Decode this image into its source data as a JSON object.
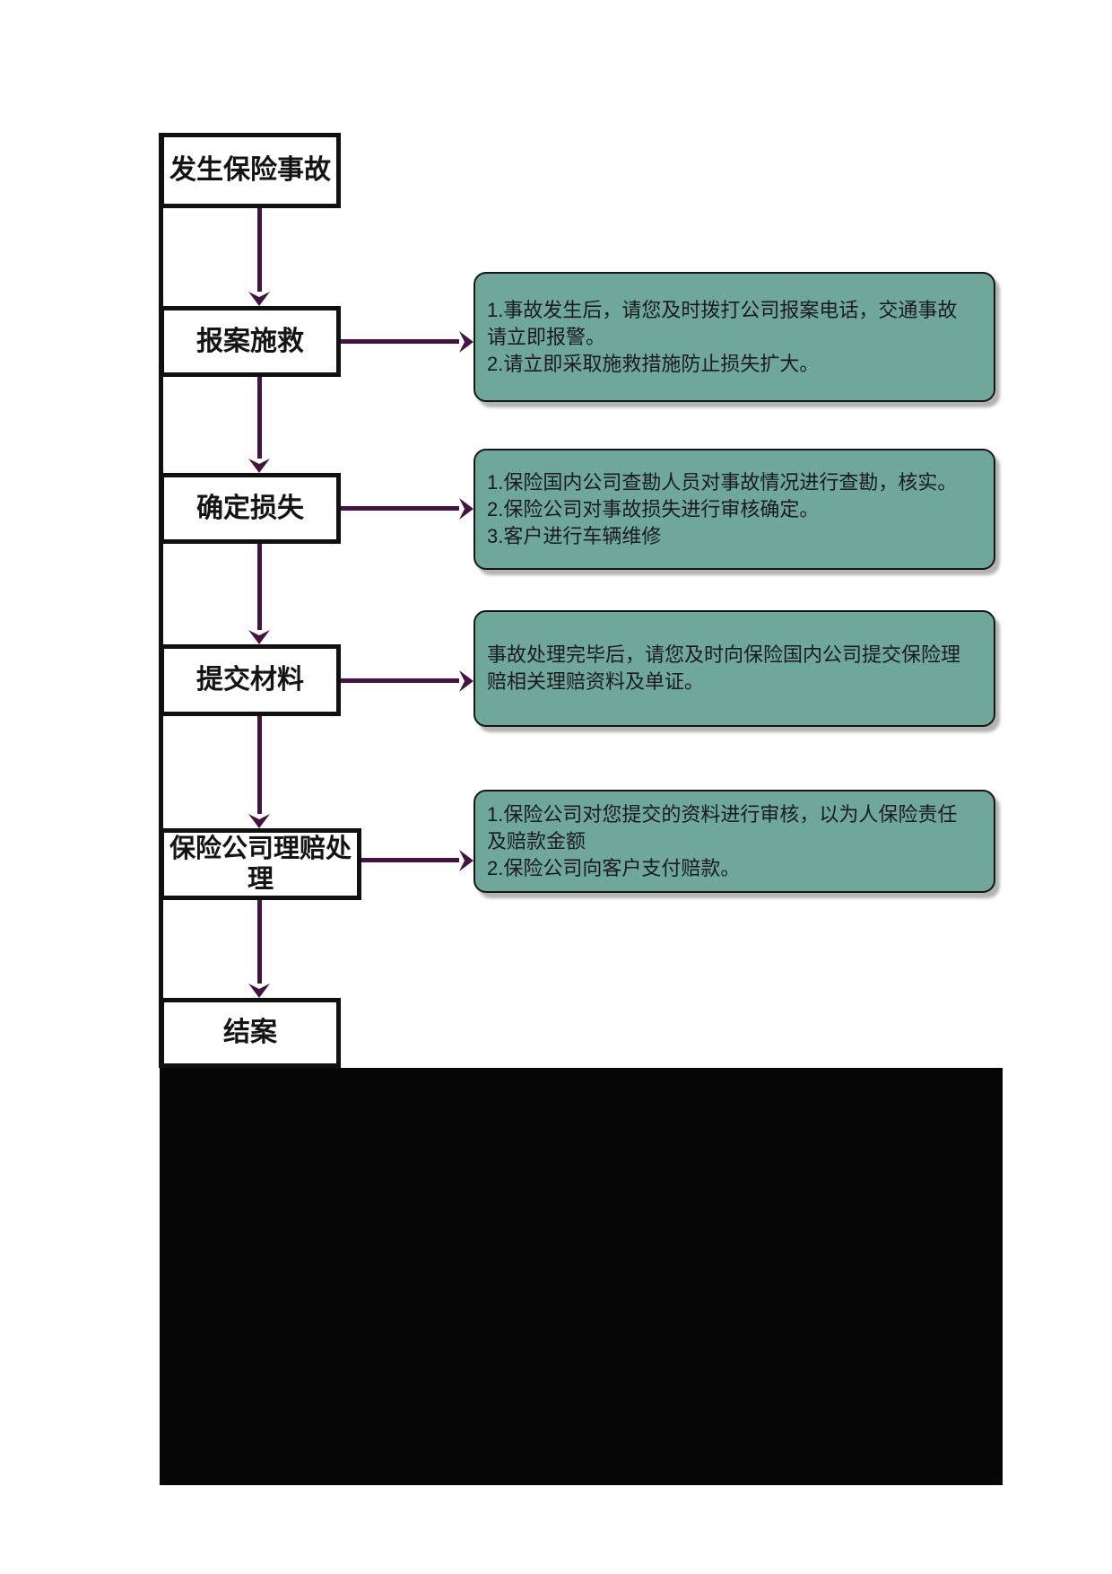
{
  "steps": [
    {
      "label": "发生保险事故"
    },
    {
      "label": "报案施救"
    },
    {
      "label": "确定损失"
    },
    {
      "label": "提交材料"
    },
    {
      "label": "保险公司理赔处理"
    },
    {
      "label": "结案"
    }
  ],
  "notes": [
    {
      "text": "1.事故发生后，请您及时拨打公司报案电话，交通事故\n请立即报警。\n2.请立即采取施救措施防止损失扩大。"
    },
    {
      "text": "1.保险国内公司查勘人员对事故情况进行查勘，核实。\n2.保险公司对事故损失进行审核确定。\n3.客户进行车辆维修"
    },
    {
      "text": "事故处理完毕后，请您及时向保险国内公司提交保险理\n赔相关理赔资料及单证。"
    },
    {
      "text": "1.保险公司对您提交的资料进行审核，以为人保险责任\n及赔款金额\n2.保险公司向客户支付赔款。"
    }
  ],
  "colors": {
    "background": "#FFFFFF",
    "note_fill": "#6FA79B",
    "arrow": "#431441",
    "line": "#101010",
    "redacted": "#060606"
  }
}
